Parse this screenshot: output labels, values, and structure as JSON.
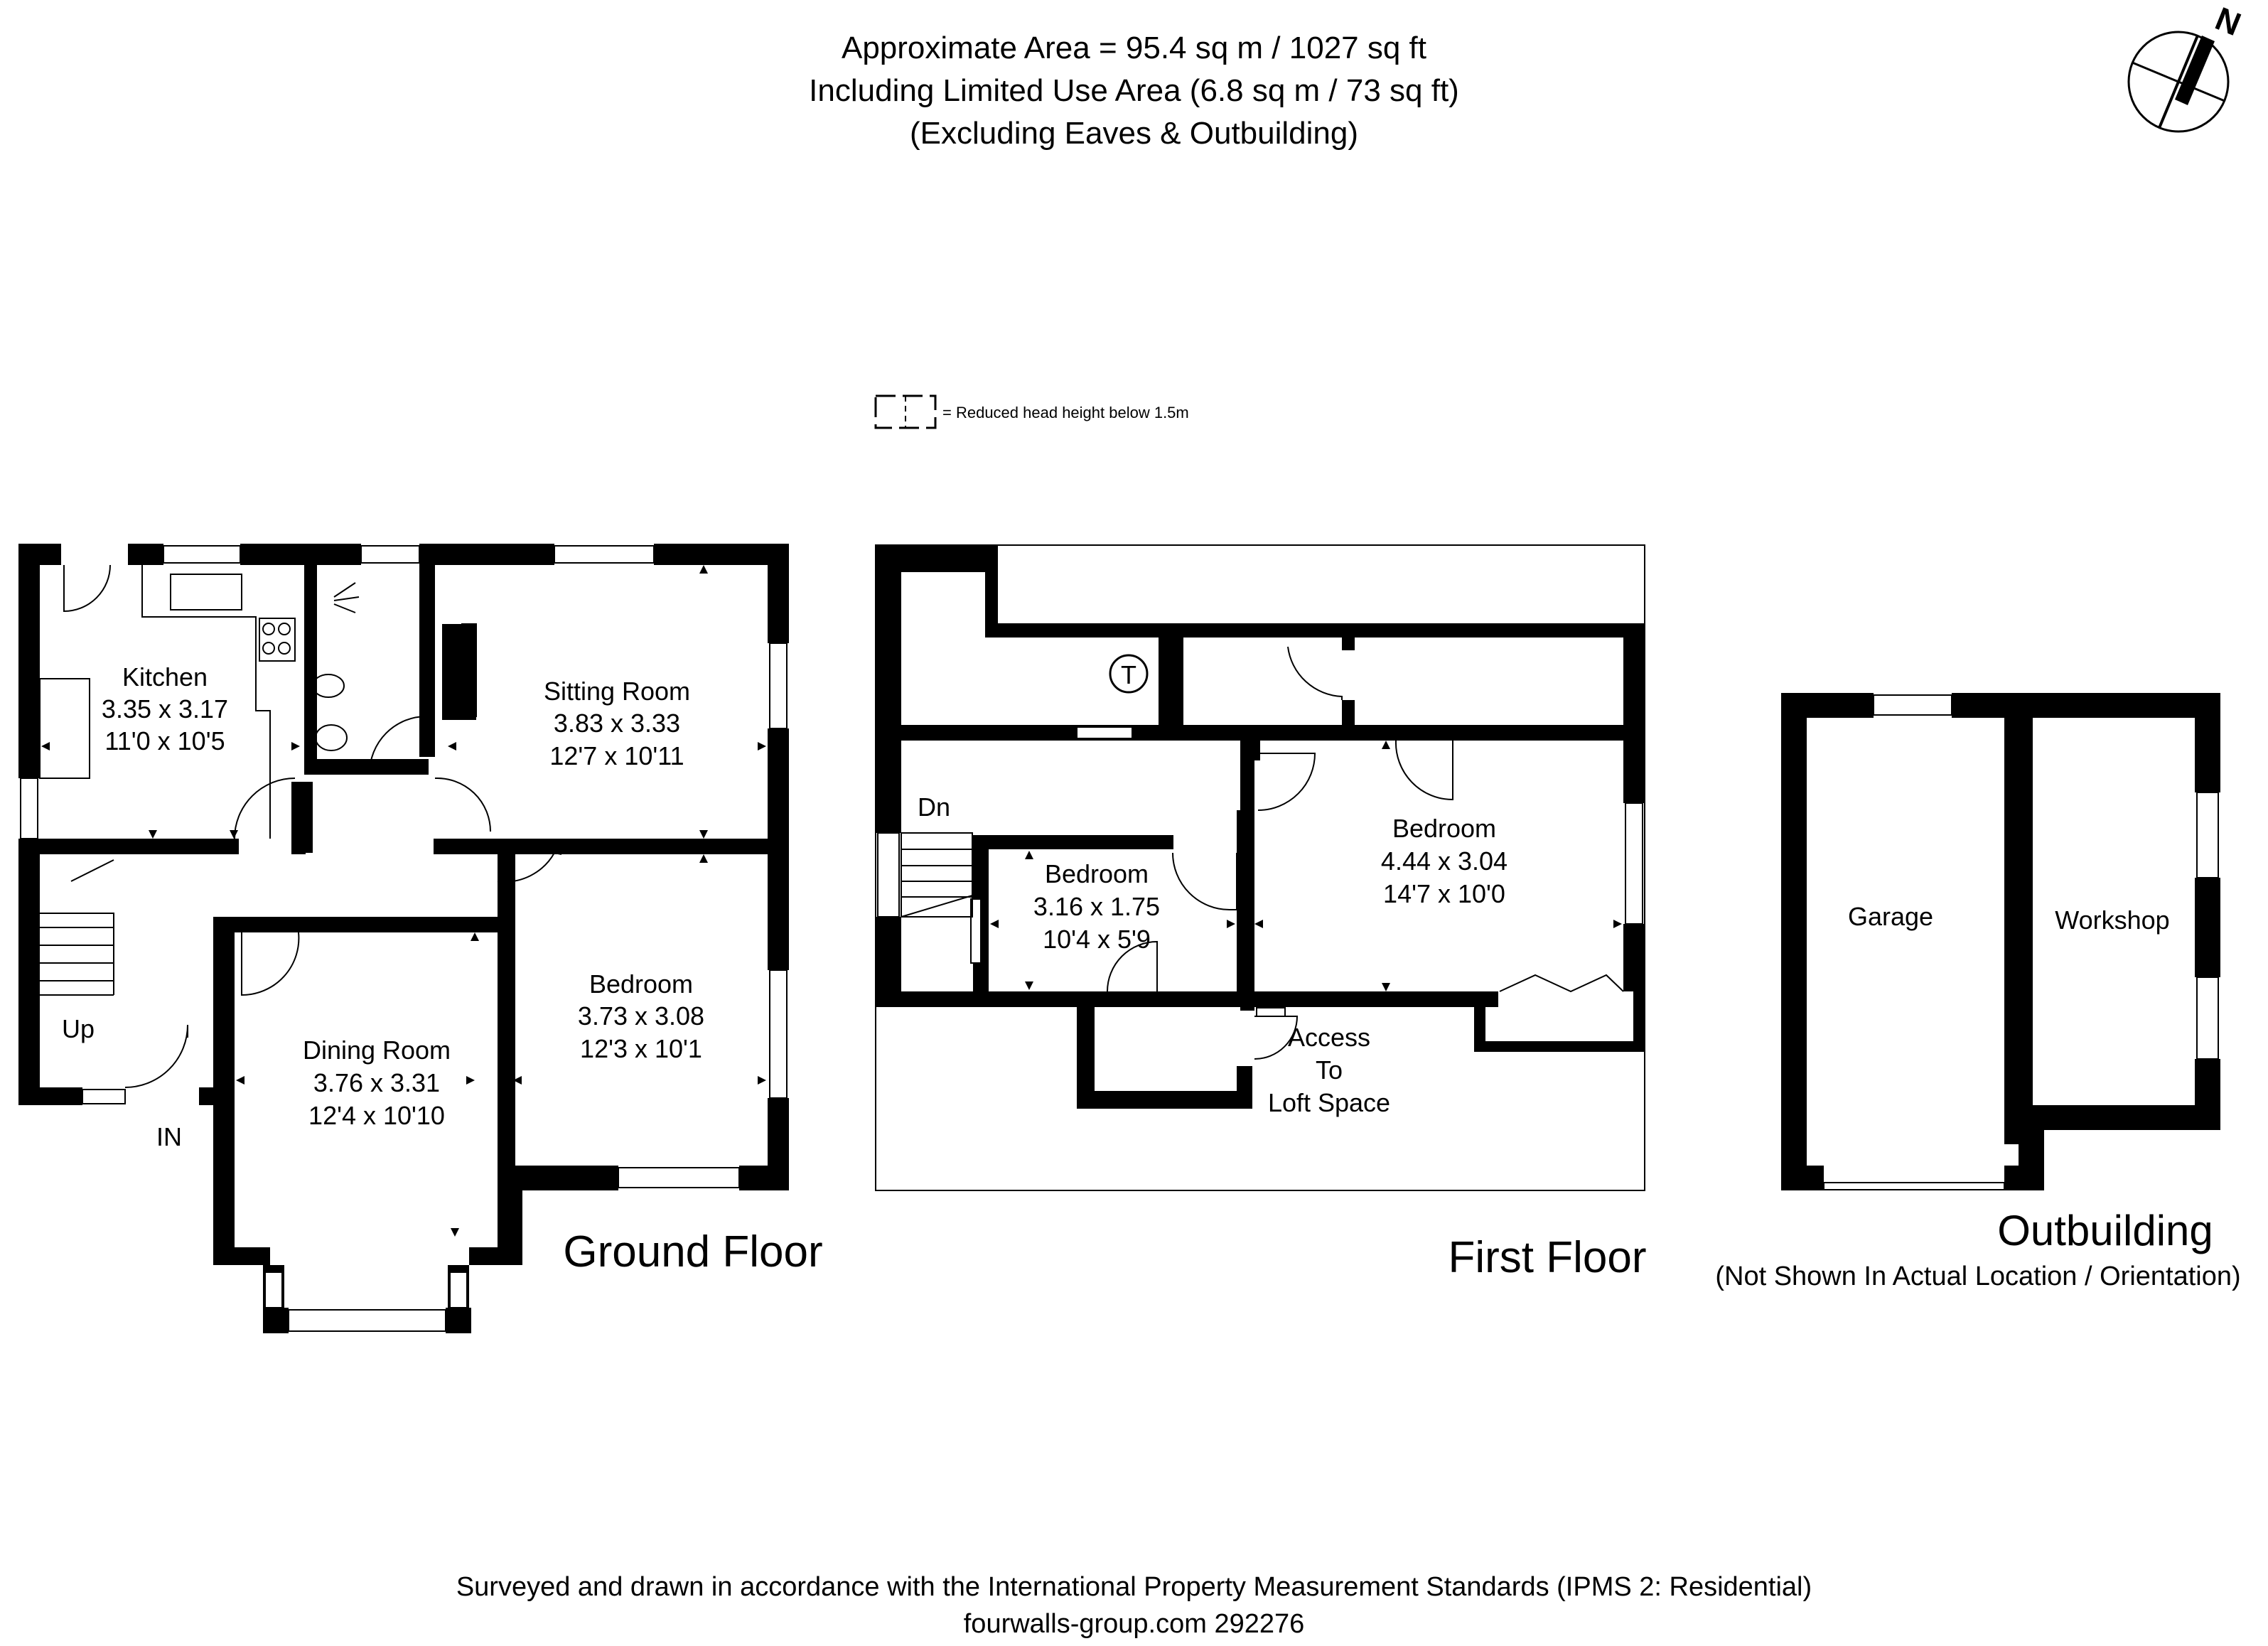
{
  "header": {
    "line1": "Approximate  Area = 95.4 sq m / 1027 sq ft",
    "line2": "Including Limited Use Area (6.8 sq m / 73 sq ft)",
    "line3": "(Excluding Eaves & Outbuilding)"
  },
  "compass": {
    "north_label": "N",
    "icon": "north-arrow-icon"
  },
  "legend": {
    "text": "= Reduced head height below 1.5m"
  },
  "ground_floor": {
    "title": "Ground Floor",
    "rooms": {
      "kitchen": {
        "name": "Kitchen",
        "metric": "3.35 x 3.17",
        "imperial": "11'0 x 10'5"
      },
      "sitting": {
        "name": "Sitting Room",
        "metric": "3.83 x 3.33",
        "imperial": "12'7 x 10'11"
      },
      "bedroom": {
        "name": "Bedroom",
        "metric": "3.73 x 3.08",
        "imperial": "12'3 x 10'1"
      },
      "dining": {
        "name": "Dining Room",
        "metric": "3.76 x 3.31",
        "imperial": "12'4 x 10'10"
      }
    },
    "stairs_label": "Up",
    "entrance_label": "IN"
  },
  "first_floor": {
    "title": "First Floor",
    "rooms": {
      "bedroom_large": {
        "name": "Bedroom",
        "metric": "4.44 x 3.04",
        "imperial": "14'7 x 10'0"
      },
      "bedroom_small": {
        "name": "Bedroom",
        "metric": "3.16 x 1.75",
        "imperial": "10'4 x 5'9"
      }
    },
    "stairs_label": "Dn",
    "tank_label": "T",
    "loft": {
      "line1": "Access",
      "line2": "To",
      "line3": "Loft Space"
    }
  },
  "outbuilding": {
    "title": "Outbuilding",
    "subtitle": "(Not Shown In Actual Location / Orientation)",
    "garage": "Garage",
    "workshop": "Workshop"
  },
  "footer": {
    "line1": "Surveyed and drawn in accordance with the International Property Measurement Standards (IPMS 2: Residential)",
    "line2": "fourwalls-group.com 292276"
  },
  "colors": {
    "wall": "#000000",
    "background": "#ffffff"
  }
}
